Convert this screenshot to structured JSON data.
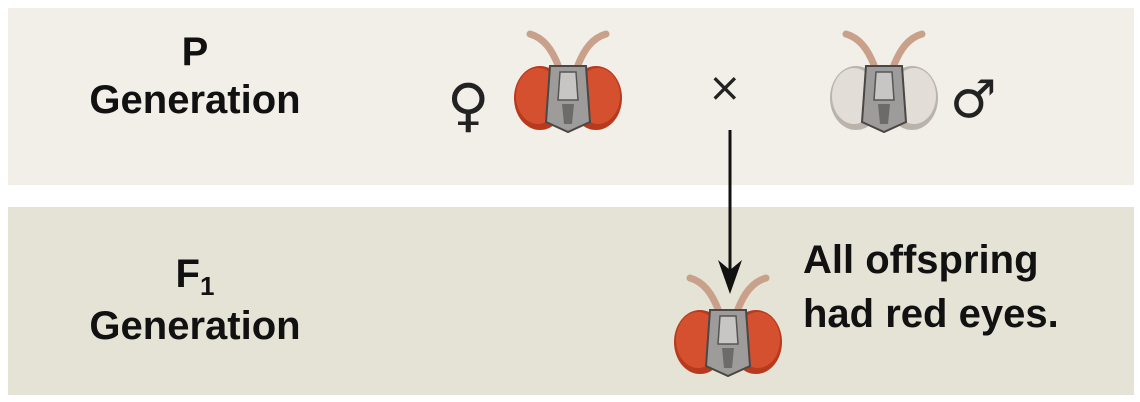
{
  "colors": {
    "p_band": "#f2efe9",
    "f1_band": "#e5e3d5",
    "red_eye": "#d4502e",
    "red_eye_dark": "#b83a1e",
    "white_eye": "#e2ddd6",
    "fly_body": "#9e9c9a",
    "antenna": "#c9a089"
  },
  "p_generation": {
    "letter": "P",
    "word": "Generation",
    "female_symbol": "♀",
    "cross_symbol": "×",
    "male_symbol": "♂"
  },
  "f1_generation": {
    "letter": "F",
    "subscript": "1",
    "word": "Generation",
    "result_line1": "All offspring",
    "result_line2": "had red eyes."
  },
  "flies": [
    {
      "role": "female-parent",
      "eye_color": "red"
    },
    {
      "role": "male-parent",
      "eye_color": "white"
    },
    {
      "role": "f1-offspring",
      "eye_color": "red"
    }
  ]
}
